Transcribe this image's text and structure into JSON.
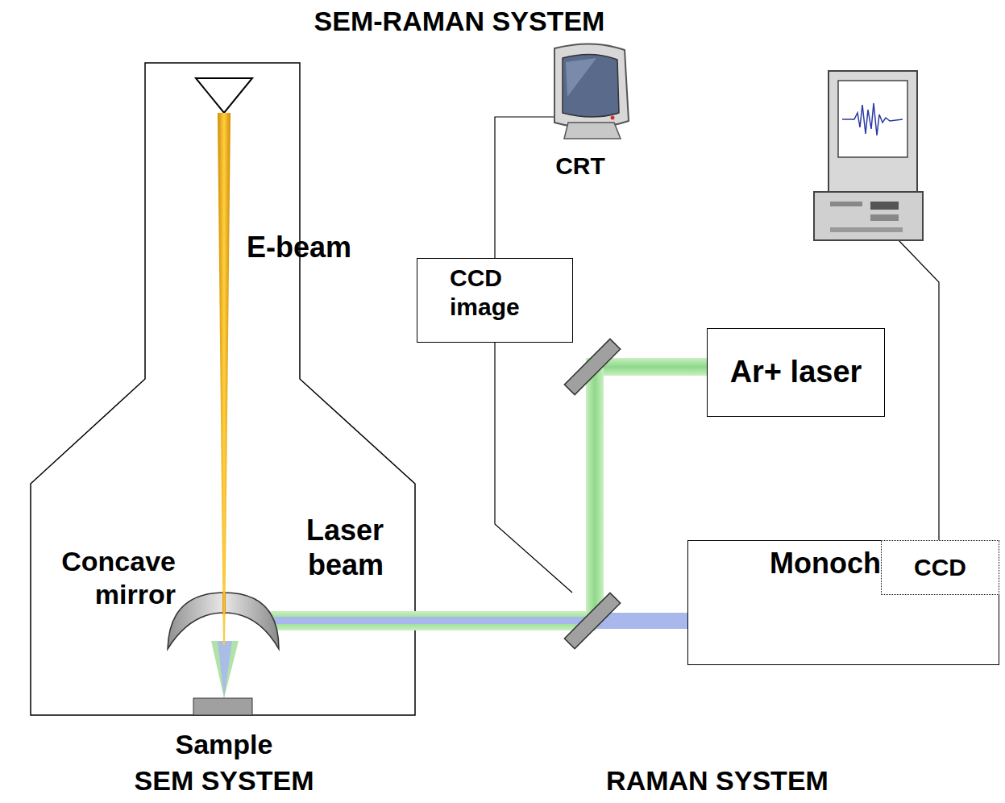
{
  "diagram": {
    "title": "SEM-RAMAN SYSTEM",
    "nodes": [
      {
        "text": [
          "CCD image"
        ]
      },
      {
        "text": [
          "Ar+ laser"
        ]
      },
      {
        "text": [
          "Monochrometer"
        ]
      },
      {
        "text": [
          "CCD"
        ],
        "in": 2
      }
    ],
    "labels": [
      "E-beam",
      "CRT",
      "Concave mirror",
      "Laser beam",
      "Sample",
      "SEM SYSTEM",
      "RAMAN SYSTEM"
    ]
  }
}
